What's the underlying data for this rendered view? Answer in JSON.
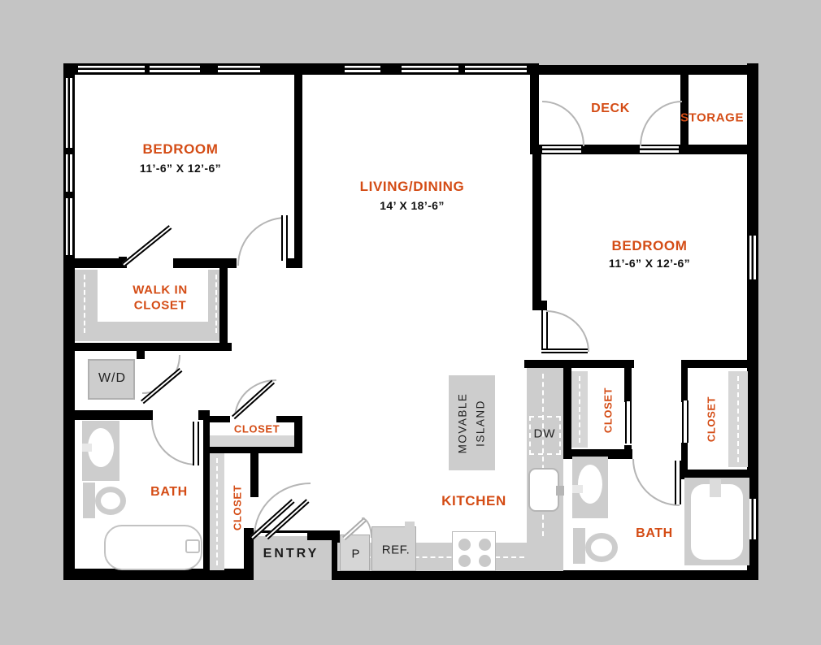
{
  "plan_title": "two-bedroom apartment floor plan",
  "colors": {
    "background": "#c4c4c4",
    "wall": "#000000",
    "accent_orange": "#d44c15",
    "fixture_gray": "#cdcdcd",
    "door_arc_gray": "#b5b5b5"
  },
  "rooms": {
    "bedroom1": {
      "label": "BEDROOM",
      "dims": "11’-6” X 12’-6”"
    },
    "living": {
      "label": "LIVING/DINING",
      "dims": "14’ X 18’-6”"
    },
    "deck": {
      "label": "DECK"
    },
    "storage": {
      "label": "STORAGE"
    },
    "bedroom2": {
      "label": "BEDROOM",
      "dims": "11’-6” X 12’-6”"
    },
    "walkin": {
      "line1": "WALK IN",
      "line2": "CLOSET"
    },
    "bath1": {
      "label": "BATH"
    },
    "bath2": {
      "label": "BATH"
    },
    "kitchen": {
      "label": "KITCHEN"
    },
    "closet_small": {
      "label": "CLOSET"
    },
    "closet_hall": {
      "label": "CLOSET"
    },
    "closet_right_a": {
      "label": "CLOSET"
    },
    "closet_right_b": {
      "label": "CLOSET"
    },
    "entry": {
      "label": "ENTRY"
    }
  },
  "fixtures": {
    "washer_dryer": "W/D",
    "dishwasher": "DW",
    "pantry": "P",
    "fridge": "REF.",
    "island_line1": "MOVABLE",
    "island_line2": "ISLAND"
  }
}
